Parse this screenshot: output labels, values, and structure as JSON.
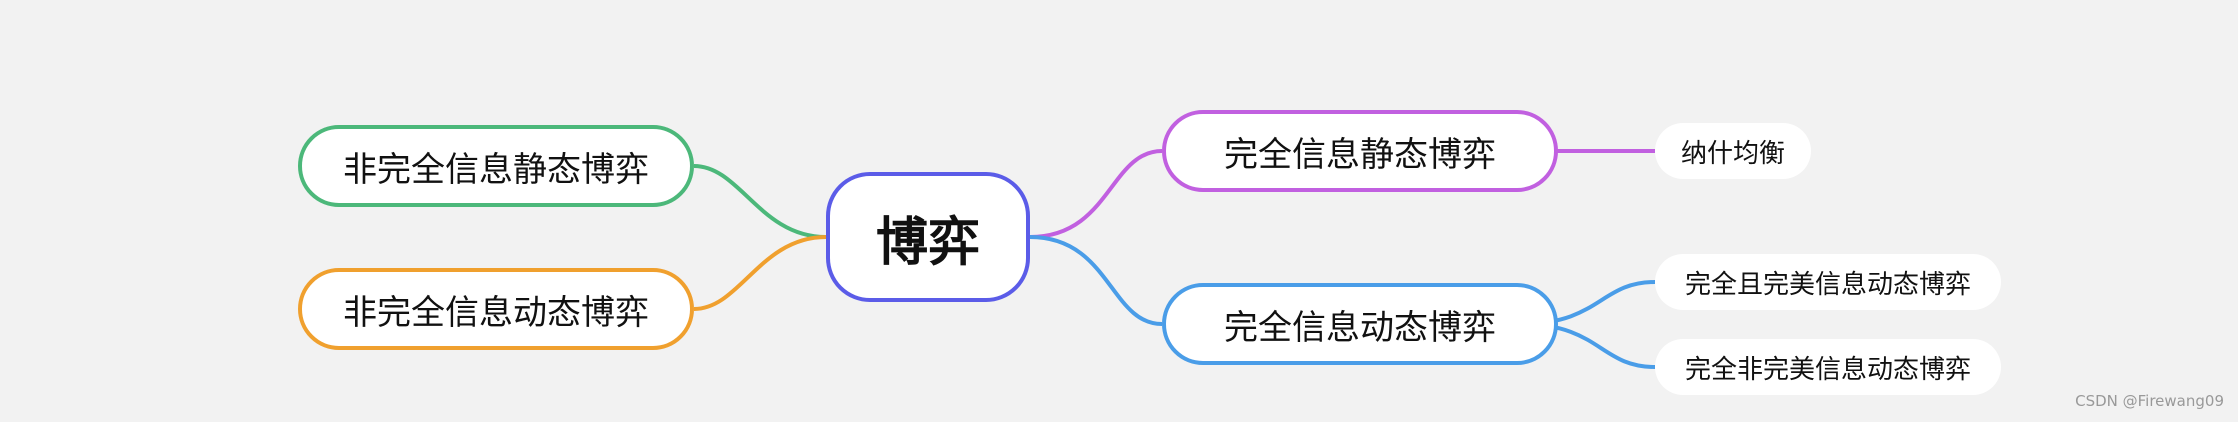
{
  "mindmap": {
    "root": {
      "label": "博弈",
      "color": "#5b5ce8"
    },
    "left_branches": [
      {
        "label": "非完全信息静态博弈",
        "color": "#4cb87a"
      },
      {
        "label": "非完全信息动态博弈",
        "color": "#f0a02e"
      }
    ],
    "right_branches": [
      {
        "label": "完全信息静态博弈",
        "color": "#c160e0",
        "children": [
          {
            "label": "纳什均衡"
          }
        ]
      },
      {
        "label": "完全信息动态博弈",
        "color": "#4a9de8",
        "children": [
          {
            "label": "完全且完美信息动态博弈"
          },
          {
            "label": "完全非完美信息动态博弈"
          }
        ]
      }
    ]
  },
  "watermark": "CSDN @Firewang09"
}
